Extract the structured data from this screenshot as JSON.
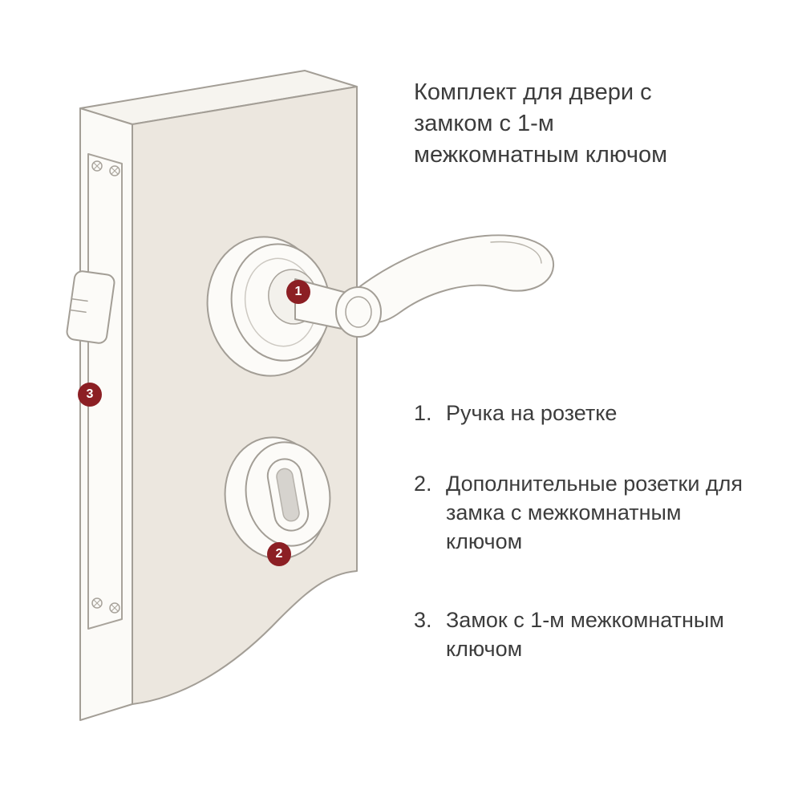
{
  "title": "Комплект для двери с\nзамком с 1-м\nмежкомнатным ключом",
  "legend": {
    "items": [
      {
        "number": "1.",
        "text": "Ручка на розетке"
      },
      {
        "number": "2.",
        "text": "Дополнительные розетки для\nзамка с межкомнатным\nключом"
      },
      {
        "number": "3.",
        "text": "Замок с 1-м межкомнатным\nключом"
      }
    ]
  },
  "badges": [
    {
      "label": "1"
    },
    {
      "label": "2"
    },
    {
      "label": "3"
    }
  ],
  "colors": {
    "badge": "#8c1f24",
    "text": "#3c3c3c",
    "outline": "#a39e96",
    "door_front": "#ece7df",
    "door_edge": "#fbfaf7",
    "door_top": "#f6f4ef",
    "keyhole_slot": "#d6d3ce",
    "background": "#ffffff"
  }
}
